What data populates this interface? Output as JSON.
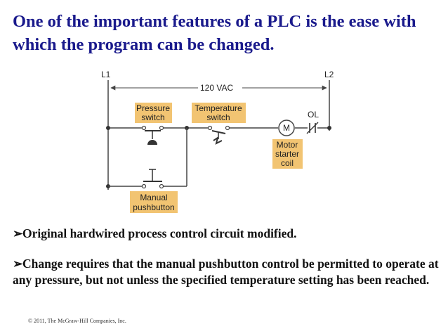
{
  "slide": {
    "title": "One of the important features of a PLC is the ease with which the program can be changed.",
    "bullets": [
      "Original hardwired process control circuit modified.",
      "Change requires that the manual pushbutton control be permitted to operate at any pressure, but not unless the specified temperature setting has been reached."
    ],
    "bullet_marker": "➢",
    "copyright": "© 2011, The McGraw-Hill Companies, Inc."
  },
  "diagram": {
    "left_rail": "L1",
    "right_rail": "L2",
    "voltage": "120 VAC",
    "pressure_switch": [
      "Pressure",
      "switch"
    ],
    "temperature_switch": [
      "Temperature",
      "switch"
    ],
    "motor_symbol": "M",
    "overload": "OL",
    "motor_starter_coil": [
      "Motor",
      "starter",
      "coil"
    ],
    "manual_pushbutton": [
      "Manual",
      "pushbutton"
    ]
  },
  "colors": {
    "title": "#1a1a8c",
    "label_fill": "#f2c472",
    "wire": "#444444"
  }
}
